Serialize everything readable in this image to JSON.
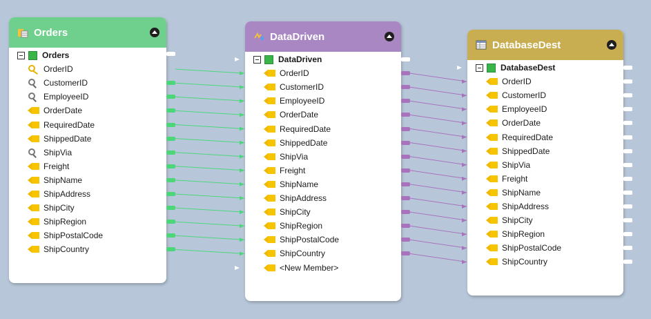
{
  "colors": {
    "background": "#b7c7d9",
    "orders_header": "#6fcf8c",
    "datadriven_header": "#a887c3",
    "databasedest_header": "#c8ae50",
    "green_link": "#4cd67a",
    "purple_link": "#a872bd"
  },
  "orders": {
    "title": "Orders",
    "icon": "table-source-icon",
    "root": "Orders",
    "fields": [
      {
        "name": "OrderID",
        "icon": "key-icon"
      },
      {
        "name": "CustomerID",
        "icon": "magnifier-icon"
      },
      {
        "name": "EmployeeID",
        "icon": "magnifier-icon"
      },
      {
        "name": "OrderDate",
        "icon": "field-icon"
      },
      {
        "name": "RequiredDate",
        "icon": "field-icon"
      },
      {
        "name": "ShippedDate",
        "icon": "field-icon"
      },
      {
        "name": "ShipVia",
        "icon": "magnifier-icon"
      },
      {
        "name": "Freight",
        "icon": "field-icon"
      },
      {
        "name": "ShipName",
        "icon": "field-icon"
      },
      {
        "name": "ShipAddress",
        "icon": "field-icon"
      },
      {
        "name": "ShipCity",
        "icon": "field-icon"
      },
      {
        "name": "ShipRegion",
        "icon": "field-icon"
      },
      {
        "name": "ShipPostalCode",
        "icon": "field-icon"
      },
      {
        "name": "ShipCountry",
        "icon": "field-icon"
      }
    ]
  },
  "datadriven": {
    "title": "DataDriven",
    "icon": "data-driven-icon",
    "root": "DataDriven",
    "fields": [
      {
        "name": "OrderID",
        "icon": "field-icon"
      },
      {
        "name": "CustomerID",
        "icon": "field-icon"
      },
      {
        "name": "EmployeeID",
        "icon": "field-icon"
      },
      {
        "name": "OrderDate",
        "icon": "field-icon"
      },
      {
        "name": "RequiredDate",
        "icon": "field-icon"
      },
      {
        "name": "ShippedDate",
        "icon": "field-icon"
      },
      {
        "name": "ShipVia",
        "icon": "field-icon"
      },
      {
        "name": "Freight",
        "icon": "field-icon"
      },
      {
        "name": "ShipName",
        "icon": "field-icon"
      },
      {
        "name": "ShipAddress",
        "icon": "field-icon"
      },
      {
        "name": "ShipCity",
        "icon": "field-icon"
      },
      {
        "name": "ShipRegion",
        "icon": "field-icon"
      },
      {
        "name": "ShipPostalCode",
        "icon": "field-icon"
      },
      {
        "name": "ShipCountry",
        "icon": "field-icon"
      },
      {
        "name": "<New Member>",
        "icon": "field-icon"
      }
    ]
  },
  "databasedest": {
    "title": "DatabaseDest",
    "icon": "database-dest-icon",
    "root": "DatabaseDest",
    "fields": [
      {
        "name": "OrderID",
        "icon": "field-icon"
      },
      {
        "name": "CustomerID",
        "icon": "field-icon"
      },
      {
        "name": "EmployeeID",
        "icon": "field-icon"
      },
      {
        "name": "OrderDate",
        "icon": "field-icon"
      },
      {
        "name": "RequiredDate",
        "icon": "field-icon"
      },
      {
        "name": "ShippedDate",
        "icon": "field-icon"
      },
      {
        "name": "ShipVia",
        "icon": "field-icon"
      },
      {
        "name": "Freight",
        "icon": "field-icon"
      },
      {
        "name": "ShipName",
        "icon": "field-icon"
      },
      {
        "name": "ShipAddress",
        "icon": "field-icon"
      },
      {
        "name": "ShipCity",
        "icon": "field-icon"
      },
      {
        "name": "ShipRegion",
        "icon": "field-icon"
      },
      {
        "name": "ShipPostalCode",
        "icon": "field-icon"
      },
      {
        "name": "ShipCountry",
        "icon": "field-icon"
      }
    ]
  }
}
